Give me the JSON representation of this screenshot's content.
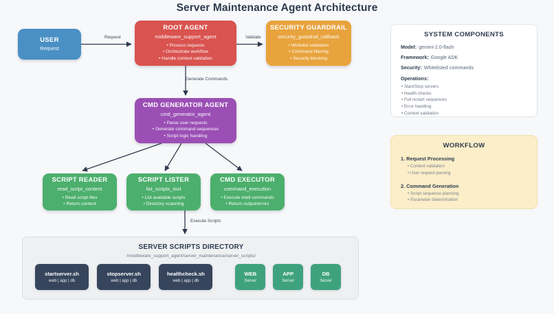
{
  "title": "Server Maintenance Agent Architecture",
  "nodes": {
    "user": {
      "title": "USER",
      "subtitle": "Request",
      "color": "#4a90c4",
      "bullets": []
    },
    "root": {
      "title": "ROOT AGENT",
      "subtitle": "middleware_support_agent",
      "color": "#d9534f",
      "bullets": [
        "Process requests",
        "Orchestrate workflow",
        "Handle context validation"
      ]
    },
    "guardrail": {
      "title": "SECURITY GUARDRAIL",
      "subtitle": "security_guardrail_callback",
      "color": "#e8a33d",
      "bullets": [
        "Whitelist validation",
        "Command filtering",
        "Security blocking"
      ]
    },
    "cmdgen": {
      "title": "CMD GENERATOR AGENT",
      "subtitle": "cmd_generator_agent",
      "color": "#9b4fb5",
      "bullets": [
        "Parse user requests",
        "Generate command sequences",
        "Script logic handling"
      ]
    },
    "reader": {
      "title": "SCRIPT READER",
      "subtitle": "read_script_content",
      "color": "#4caf6d",
      "bullets": [
        "Read script files",
        "Return content"
      ]
    },
    "lister": {
      "title": "SCRIPT LISTER",
      "subtitle": "list_scripts_tool",
      "color": "#4caf6d",
      "bullets": [
        "List available scripts",
        "Directory scanning"
      ]
    },
    "executor": {
      "title": "CMD EXECUTOR",
      "subtitle": "command_execution",
      "color": "#4caf6d",
      "bullets": [
        "Execute shell commands",
        "Return output/errors"
      ]
    }
  },
  "edges": {
    "request": "Request",
    "validate": "Validate",
    "generate_commands": "Generate Commands",
    "execute_scripts": "Execute Scripts"
  },
  "directory": {
    "title": "SERVER SCRIPTS DIRECTORY",
    "path": "/middleware_support_agent/server_maintenance/server_scripts/",
    "scripts": [
      {
        "name": "startserver.sh",
        "meta": "web | app | db"
      },
      {
        "name": "stopserver.sh",
        "meta": "web | app | db"
      },
      {
        "name": "healthcheck.sh",
        "meta": "web | app | db"
      }
    ],
    "servers": [
      {
        "name": "WEB",
        "meta": "Server"
      },
      {
        "name": "APP",
        "meta": "Server"
      },
      {
        "name": "DB",
        "meta": "Server"
      }
    ],
    "script_color": "#36455c",
    "server_color": "#3fa27e"
  },
  "system_components": {
    "title": "SYSTEM COMPONENTS",
    "fields": [
      {
        "key": "Model:",
        "value": "gemini-2.0-flash"
      },
      {
        "key": "Framework:",
        "value": "Google ADK"
      },
      {
        "key": "Security:",
        "value": "Whitelisted commands"
      }
    ],
    "operations_label": "Operations:",
    "operations": [
      "Start/Stop servers",
      "Health checks",
      "Full restart sequences",
      "Error handling",
      "Context validation"
    ]
  },
  "workflow": {
    "title": "WORKFLOW",
    "steps": [
      {
        "label": "1. Request Processing",
        "items": [
          "Context validation",
          "User request parsing"
        ]
      },
      {
        "label": "2. Command Generation",
        "items": [
          "Script sequence planning",
          "Parameter determination"
        ]
      }
    ],
    "background": "#fbeec8"
  }
}
